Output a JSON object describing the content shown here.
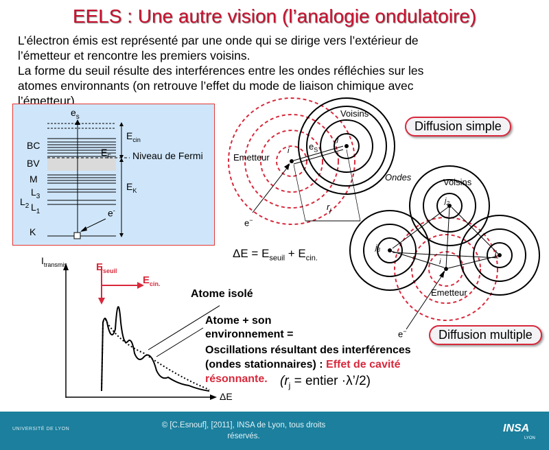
{
  "slide": {
    "title": "EELS : Une autre vision (l’analogie ondulatoire)",
    "intro_line1": "L’électron émis est représenté par une onde qui se dirige vers l’extérieur de",
    "intro_line2": "l’émetteur et rencontre les premiers voisins.",
    "intro_line3": "La forme du seuil résulte des interférences entre les ondes réfléchies sur les",
    "intro_line4": "atomes environnants (on retrouve l’effet du mode de liaison chimique avec",
    "intro_line5": "l’émetteur)"
  },
  "band_diagram": {
    "es": "e",
    "es_sub": "s",
    "bc": "BC",
    "bv": "BV",
    "m": "M",
    "l3": "L",
    "l3_sub": "3",
    "l2": "L",
    "l2_sub": "2",
    "l1": "L",
    "l1_sub": "1",
    "k": "K",
    "ecin": "E",
    "ecin_sub": "cin",
    "ef": "E",
    "ef_sub": "F",
    "fermi": "Niveau de Fermi",
    "ek": "E",
    "ek_sub": "K",
    "eminus": "e",
    "eminus_sup": "-"
  },
  "diffusion": {
    "simple_label": "Diffusion simple",
    "multiple_label": "Diffusion multiple",
    "voisins_1": "Voisins",
    "voisins_2": "Voisins",
    "emetteur_1": "Emetteur",
    "emetteur_2": "Emetteur",
    "ondes": "Ondes",
    "es": "e",
    "es_sub": "S",
    "rj": "r",
    "rj_sub": "j",
    "i1": "i",
    "j1": "j",
    "j2": "j",
    "j2_sub": "2",
    "j3": "j",
    "j3_sub": "3",
    "j4": "j",
    "i2": "i",
    "eminus_1": "e",
    "eminus_2": "e",
    "eminus_sup": "−"
  },
  "equation": {
    "text_a": "ΔE = E",
    "sub_a": "seuil",
    "text_b": " + E",
    "sub_b": "cin."
  },
  "spectrum": {
    "y_label": "I",
    "y_label_sub": "transmis",
    "x_label": "ΔE",
    "eseuil": "E",
    "eseuil_sub": "seuil",
    "ecin": "E",
    "ecin_sub": "cin."
  },
  "annotations": {
    "atome_isole": "Atome isolé",
    "atome_env_1": "Atome + son",
    "atome_env_2": "environnement =",
    "osc_1": "Oscillations résultant des interférences",
    "osc_2": "(ondes stationnaires) : ",
    "osc_2_red": "Effet de cavité",
    "osc_3_red": "résonnante.",
    "formula": "(r",
    "formula_sub": "j",
    "formula_rest": " = entier ·λ’/2)"
  },
  "footer": {
    "copyright_1": "© [C.Esnouf], [2011], INSA de Lyon, tous droits",
    "copyright_2": "réservés.",
    "logo_left": "UNIVERSITÉ DE LYON",
    "logo_right": "INSA",
    "logo_right_sub": "LYON"
  },
  "colors": {
    "title": "#c8102e",
    "accent_red": "#d8283b",
    "band_box_bg": "#cfe6fa",
    "footer_bg": "#1b7f9d"
  }
}
